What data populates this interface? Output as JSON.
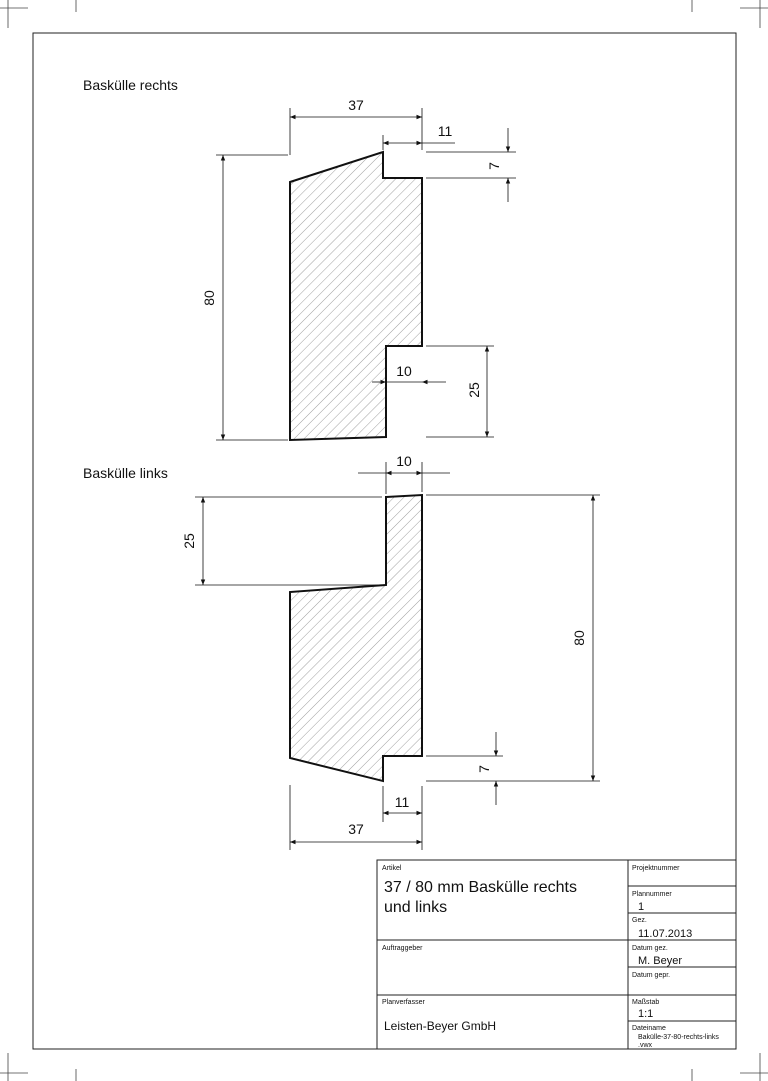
{
  "sections": {
    "right_title": "Baskülle rechts",
    "left_title": "Baskülle links"
  },
  "dims_right": {
    "width": "37",
    "top_step": "11",
    "top_height": "7",
    "height": "80",
    "bottom_step": "10",
    "bottom_height": "25"
  },
  "dims_left": {
    "top_step": "10",
    "top_height": "25",
    "height": "80",
    "bottom_height": "7",
    "bottom_step": "11",
    "width": "37"
  },
  "title_block": {
    "artikel_label": "Artikel",
    "artikel_line1": "37 / 80 mm Baskülle rechts",
    "artikel_line2": "und links",
    "projektnummer_label": "Projektnummer",
    "plannummer_label": "Plannummer",
    "plannummer": "1",
    "gez_label": "Gez.",
    "gez": "11.07.2013",
    "auftraggeber_label": "Auftraggeber",
    "datum_gez_label": "Datum gez.",
    "datum_gez": "M. Beyer",
    "datum_gepr_label": "Datum gepr.",
    "planverfasser_label": "Planverfasser",
    "planverfasser": "Leisten-Beyer GmbH",
    "massstab_label": "Maßstab",
    "massstab": "1:1",
    "dateiname_label": "Dateiname",
    "dateiname_line1": "Bakülle-37-80-rechts-links",
    "dateiname_line2": ".vwx"
  }
}
